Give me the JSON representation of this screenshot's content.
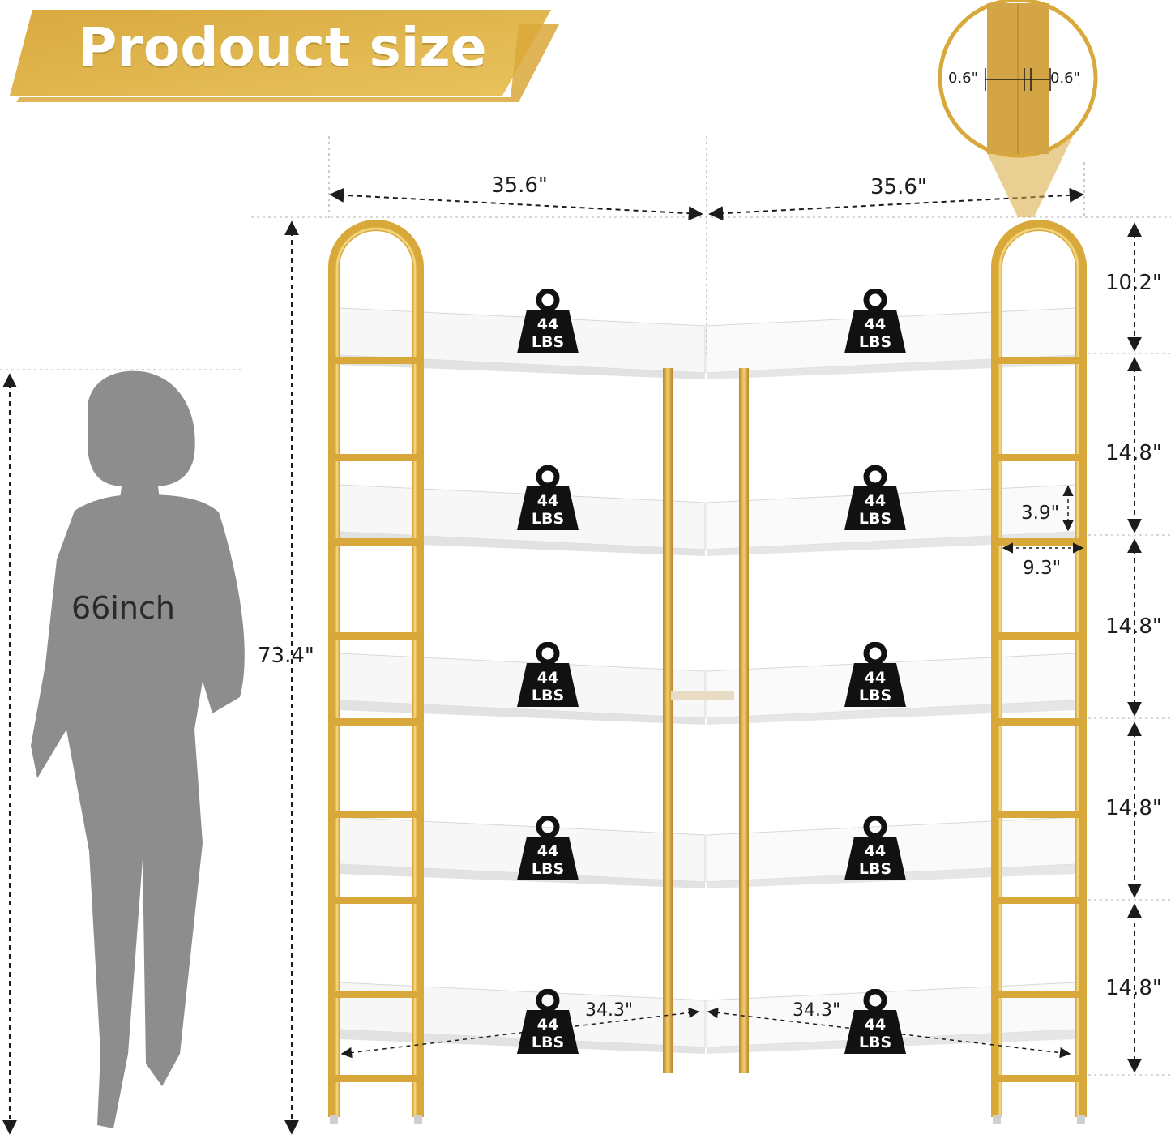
{
  "banner": {
    "title": "Prodouct size"
  },
  "person": {
    "height_label": "66inch"
  },
  "dimensions": {
    "width_left": "35.6\"",
    "width_right": "35.6\"",
    "total_height": "73.4\"",
    "top_gap": "10.2\"",
    "shelf_gap_1": "14.8\"",
    "shelf_gap_2": "14.8\"",
    "shelf_gap_3": "14.8\"",
    "shelf_gap_4": "14.8\"",
    "back_lip": "3.9\"",
    "depth": "9.3\"",
    "inner_left": "34.3\"",
    "inner_right": "34.3\""
  },
  "detail": {
    "left": "0.6\"",
    "right": "0.6\""
  },
  "weight_badge": {
    "line1": "44",
    "line2": "LBS"
  },
  "colors": {
    "gold": "#d9a83a",
    "gold_dark": "#b9872a",
    "shelf": "#f4f4f4",
    "person": "#8d8d8d"
  }
}
